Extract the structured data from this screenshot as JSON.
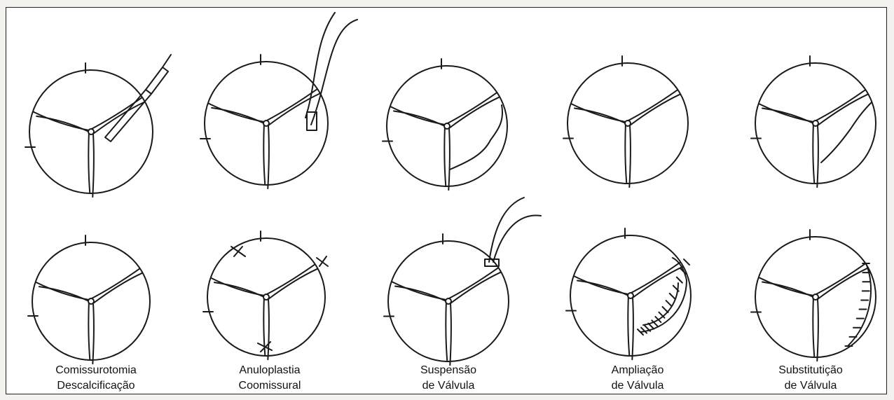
{
  "captions": [
    {
      "line1": "Comissurotomia",
      "line2": "Descalcificação"
    },
    {
      "line1": "Anuloplastia",
      "line2": "Coomissural"
    },
    {
      "line1": "Suspensão",
      "line2": "de Válvula"
    },
    {
      "line1": "Ampliação",
      "line2": "de Válvula"
    },
    {
      "line1": "Substitutição",
      "line2": "de Válvula"
    }
  ],
  "colors": {
    "ink": "#1a1a1a",
    "paper": "#ffffff",
    "page": "#f4f2ee",
    "bleed": "#d9d6cf"
  }
}
